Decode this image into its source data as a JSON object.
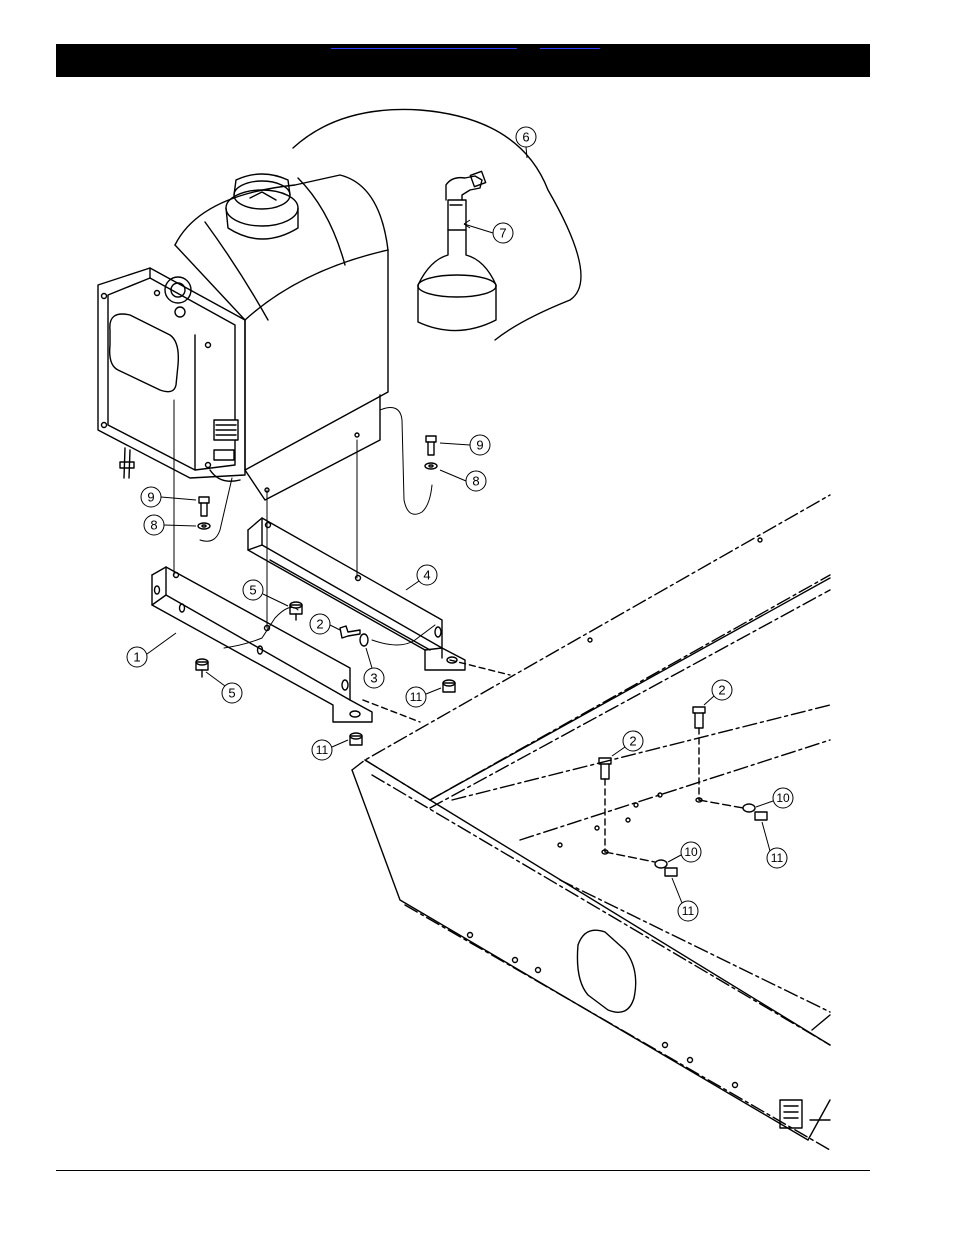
{
  "header": {
    "link_left": "",
    "link_right": ""
  },
  "callouts": [
    {
      "id": "c6",
      "label": "6"
    },
    {
      "id": "c7",
      "label": "7"
    },
    {
      "id": "c9a",
      "label": "9"
    },
    {
      "id": "c8a",
      "label": "8"
    },
    {
      "id": "c9b",
      "label": "9"
    },
    {
      "id": "c8b",
      "label": "8"
    },
    {
      "id": "c4",
      "label": "4"
    },
    {
      "id": "c5a",
      "label": "5"
    },
    {
      "id": "c2a",
      "label": "2"
    },
    {
      "id": "c3",
      "label": "3"
    },
    {
      "id": "c1",
      "label": "1"
    },
    {
      "id": "c5b",
      "label": "5"
    },
    {
      "id": "c11a",
      "label": "11"
    },
    {
      "id": "c11b",
      "label": "11"
    },
    {
      "id": "c2b",
      "label": "2"
    },
    {
      "id": "c2c",
      "label": "2"
    },
    {
      "id": "c10a",
      "label": "10"
    },
    {
      "id": "c11c",
      "label": "11"
    },
    {
      "id": "c10b",
      "label": "10"
    },
    {
      "id": "c11d",
      "label": "11"
    }
  ],
  "colors": {
    "ink": "#000000",
    "header": "#000000",
    "link": "#2b3cff"
  }
}
